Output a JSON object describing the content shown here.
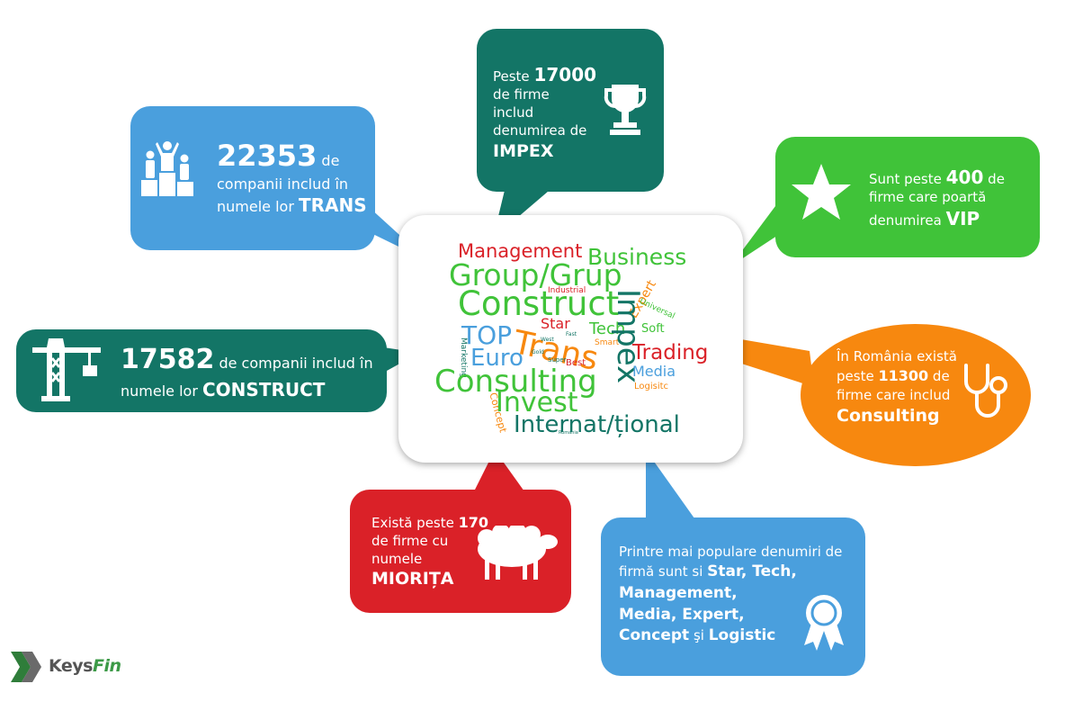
{
  "colors": {
    "blue": "#4a9fdd",
    "teal": "#137566",
    "green": "#40c339",
    "orange": "#f7880f",
    "red": "#da2128",
    "logo_green": "#3c9a47"
  },
  "trans_box": {
    "number": "22353",
    "line1_suffix": "de",
    "line2": "companii includ în",
    "line3_prefix": "numele lor",
    "keyword": "TRANS",
    "icon": "podium-icon"
  },
  "impex_box": {
    "prefix": "Peste",
    "number": "17000",
    "line2": "de firme",
    "line3": "includ",
    "line4": "denumirea de",
    "keyword": "IMPEX",
    "icon": "trophy-icon"
  },
  "vip_box": {
    "prefix": "Sunt peste",
    "number": "400",
    "suffix": "de",
    "line2": "firme care poartă",
    "line3_prefix": "denumirea",
    "keyword": "VIP",
    "icon": "star-icon"
  },
  "construct_box": {
    "number": "17582",
    "suffix": "de companii includ în",
    "line2_prefix": "numele lor",
    "keyword": "CONSTRUCT",
    "icon": "crane-icon"
  },
  "consulting_box": {
    "line1": "În România există",
    "prefix": "peste",
    "number": "11300",
    "suffix": "de",
    "line3": "firme care includ",
    "keyword": "Consulting",
    "icon": "stethoscope-icon"
  },
  "miorita_box": {
    "prefix": "Există peste",
    "number": "170",
    "line2": "de firme cu",
    "line3": "numele",
    "keyword": "MIORIȚA",
    "icon": "sheep-icon"
  },
  "popular_box": {
    "line1": "Printre mai populare denumiri de",
    "line2_prefix": "firmă sunt si",
    "line2_bold": "Star, Tech,",
    "line3": "Management,",
    "line4": "Media, Expert,",
    "line5_bold_a": "Concept",
    "line5_mid": "şi",
    "line5_bold_b": "Logistic",
    "icon": "award-ribbon-icon"
  },
  "word_cloud": [
    {
      "text": "Management",
      "color": "#da2128"
    },
    {
      "text": "Business",
      "color": "#40c339"
    },
    {
      "text": "Group/Grup",
      "color": "#40c339"
    },
    {
      "text": "Construct",
      "color": "#40c339"
    },
    {
      "text": "Industrial",
      "color": "#da2128"
    },
    {
      "text": "Expert",
      "color": "#f7880f"
    },
    {
      "text": "Universal",
      "color": "#40c339"
    },
    {
      "text": "TOP",
      "color": "#4a9fdd"
    },
    {
      "text": "Star",
      "color": "#da2128"
    },
    {
      "text": "Tech",
      "color": "#40c339"
    },
    {
      "text": "Soft",
      "color": "#40c339"
    },
    {
      "text": "Trans",
      "color": "#f7880f"
    },
    {
      "text": "Smart",
      "color": "#f7880f"
    },
    {
      "text": "Trading",
      "color": "#da2128"
    },
    {
      "text": "Euro",
      "color": "#4a9fdd"
    },
    {
      "text": "Marketing",
      "color": "#137566"
    },
    {
      "text": "West",
      "color": "#137566"
    },
    {
      "text": "Gold",
      "color": "#137566"
    },
    {
      "text": "Fast",
      "color": "#137566"
    },
    {
      "text": "Super",
      "color": "#137566"
    },
    {
      "text": "Best",
      "color": "#da2128"
    },
    {
      "text": "Impex",
      "color": "#137566"
    },
    {
      "text": "Media",
      "color": "#4a9fdd"
    },
    {
      "text": "Consulting",
      "color": "#40c339"
    },
    {
      "text": "Logisitc",
      "color": "#f7880f"
    },
    {
      "text": "Concept",
      "color": "#f7880f"
    },
    {
      "text": "Invest",
      "color": "#40c339"
    },
    {
      "text": "Internat/țional",
      "color": "#137566"
    },
    {
      "text": "Romania",
      "color": "#137566"
    }
  ],
  "logo": {
    "text_a": "Keys",
    "text_b": "Fin"
  }
}
